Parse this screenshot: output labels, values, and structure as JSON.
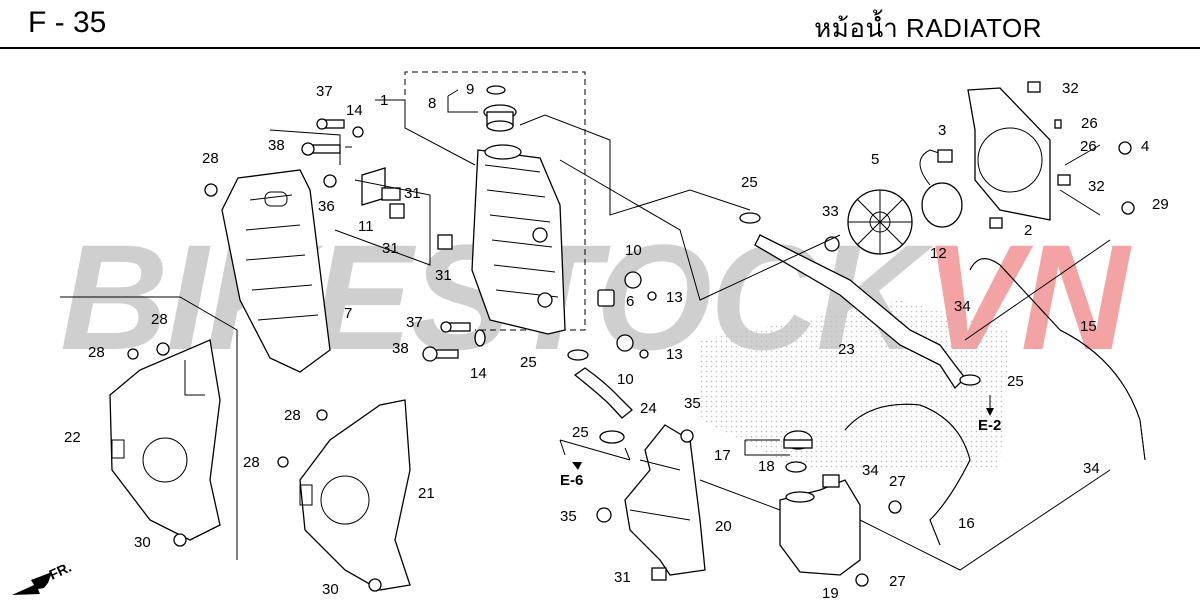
{
  "header": {
    "code": "F - 35",
    "title": "หม้อน้ำ  RADIATOR"
  },
  "watermark": {
    "part1": "BIKESTOCK",
    "part2": "VN"
  },
  "references": {
    "e2": "E-2",
    "e6": "E-6"
  },
  "direction": {
    "fr": "FR."
  },
  "callouts": {
    "c37a": "37",
    "c14a": "14",
    "c1": "1",
    "c9": "9",
    "c8": "8",
    "c38a": "38",
    "c28a": "28",
    "c36": "36",
    "c31a": "31",
    "c11": "11",
    "c31b": "31",
    "c7": "7",
    "c31c": "31",
    "c10a": "10",
    "c6": "6",
    "c13a": "13",
    "c37b": "37",
    "c38b": "38",
    "c14b": "14",
    "c10b": "10",
    "c13b": "13",
    "c25a": "25",
    "c24": "24",
    "c25b": "25",
    "c25c": "25",
    "c23": "23",
    "c5": "5",
    "c33": "33",
    "c12": "12",
    "c3": "3",
    "c32a": "32",
    "c26a": "26",
    "c26b": "26",
    "c4": "4",
    "c32b": "32",
    "c29": "29",
    "c2": "2",
    "c34a": "34",
    "c15": "15",
    "c25d": "25",
    "c28b": "28",
    "c28c": "28",
    "c22": "22",
    "c28d": "28",
    "c28e": "28",
    "c21": "21",
    "c30a": "30",
    "c30b": "30",
    "c35a": "35",
    "c17": "17",
    "c18": "18",
    "c34b": "34",
    "c27a": "27",
    "c20": "20",
    "c35b": "35",
    "c16": "16",
    "c34c": "34",
    "c31d": "31",
    "c19": "19",
    "c27b": "27"
  },
  "colors": {
    "watermark_gray": "#cfcfcf",
    "watermark_red": "#f3a3a3",
    "line": "#000000"
  }
}
